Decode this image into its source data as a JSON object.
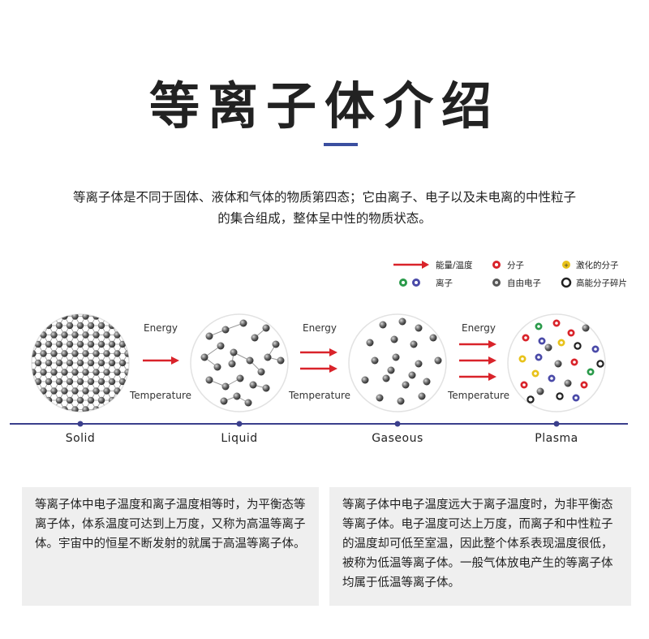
{
  "title": "等离子体介绍",
  "intro_line1": "等离子体是不同于固体、液体和气体的物质第四态；它由离子、电子以及未电离的中性粒子",
  "intro_line2": "的集合组成，整体呈中性的物质状态。",
  "legend": {
    "energy_temp": "能量/温度",
    "molecule": "分子",
    "excited_molecule": "激化的分子",
    "ion": "离子",
    "free_electron": "自由电子",
    "fragment": "高能分子碎片"
  },
  "arrows": [
    {
      "energy": "Energy",
      "temperature": "Temperature"
    },
    {
      "energy": "Energy",
      "temperature": "Temperature"
    },
    {
      "energy": "Energy",
      "temperature": "Temperature"
    }
  ],
  "stages": [
    "Solid",
    "Liquid",
    "Gaseous",
    "Plasma"
  ],
  "box_left": "等离子体中电子温度和离子温度相等时，为平衡态等离子体，体系温度可达到上万度，又称为高温等离子体。宇宙中的恒星不断发射的就属于高温等离子体。",
  "box_right": "等离子体中电子温度远大于离子温度时，为非平衡态等离子体。电子温度可达上万度，而离子和中性粒子的温度却可低至室温，因此整个体系表现温度很低，被称为低温等离子体。一般气体放电产生的等离子体均属于低温等离子体。",
  "colors": {
    "arrow": "#d9232a",
    "timeline": "#3b3f8c",
    "title_bar": "#3b4fa0",
    "ion_green": "#2a9a4a",
    "ion_blue": "#4a4aa8",
    "molecule_red": "#d9232a",
    "excited_yellow": "#e8c21a",
    "box_bg": "#efefef"
  }
}
